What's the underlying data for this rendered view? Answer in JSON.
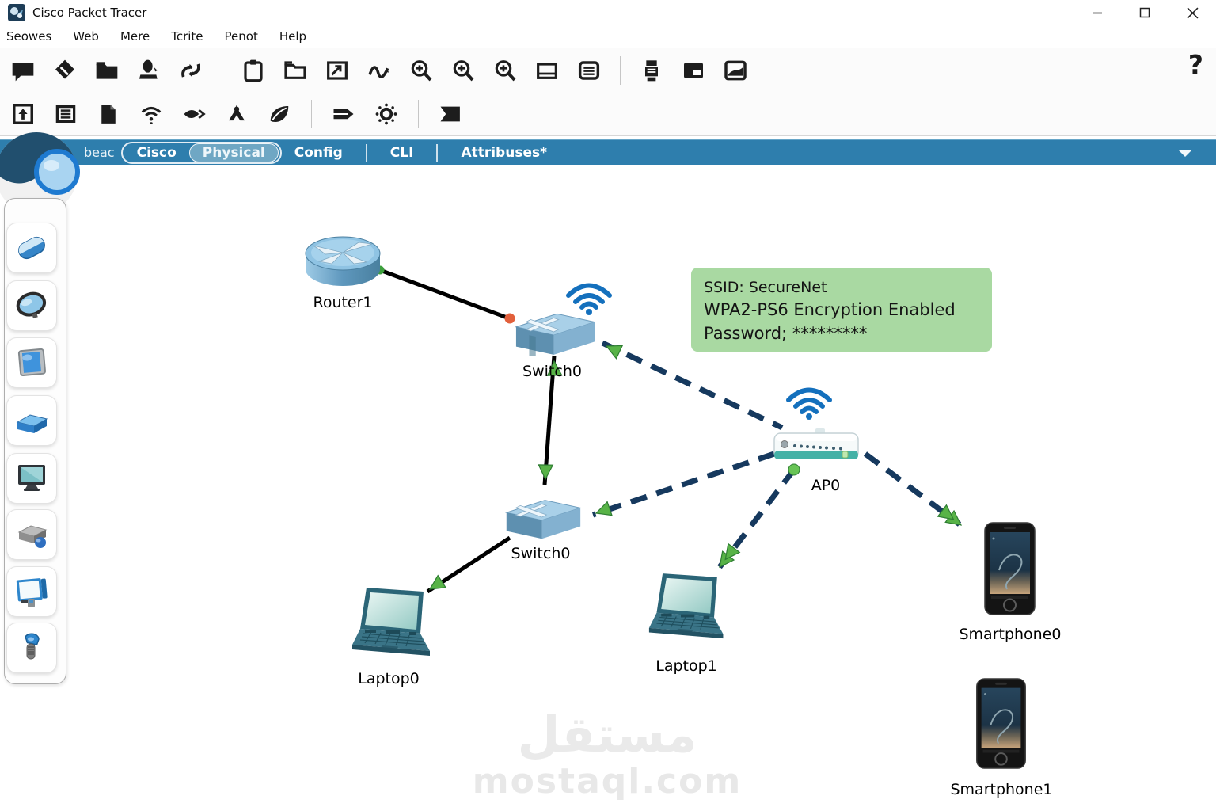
{
  "window": {
    "title": "Cisco Packet Tracer"
  },
  "menu": {
    "items": [
      "Seowes",
      "Web",
      "Mere",
      "Tcrite",
      "Penot",
      "Help"
    ]
  },
  "toolbar": {
    "help_label": "?",
    "row1_icons": [
      "chat-icon",
      "save-diamond-icon",
      "folder-icon",
      "stamp-icon",
      "twist-arrows-icon",
      "clipboard-icon",
      "folder-outline-icon",
      "undo-box-icon",
      "gesture-icon",
      "zoom-in-icon",
      "zoom-in-icon",
      "zoom-in-icon",
      "zoom-window-icon",
      "notes-icon",
      "printer-icon",
      "palette-card-icon",
      "sketch-card-icon"
    ],
    "row2_icons": [
      "insert-frame-icon",
      "list-icon",
      "page-icon",
      "wifi-check-icon",
      "eye-icon",
      "compass-icon",
      "leaf-icon",
      "tag-arrow-icon",
      "gear-dots-icon",
      "flag-arrow-icon"
    ]
  },
  "tabbar": {
    "device_label": "beac",
    "tabs": [
      "Cisco",
      "Physical",
      "Config",
      "CLI",
      "Attribuses*"
    ],
    "active_tab": "Physical"
  },
  "sidebar": {
    "tool_icons": [
      "eraser-tool-icon",
      "mirror-tool-icon",
      "tablet-device-icon",
      "slab-device-icon",
      "monitor-device-icon",
      "box-device-icon",
      "display-device-icon",
      "handheld-device-icon"
    ]
  },
  "canvas": {
    "devices": {
      "router1": {
        "label": "Router1",
        "type": "router"
      },
      "switch_top": {
        "label": "Switch0",
        "type": "switch"
      },
      "switch_bottom": {
        "label": "Switch0",
        "type": "switch"
      },
      "ap0": {
        "label": "AP0",
        "type": "access-point"
      },
      "laptop0": {
        "label": "Laptop0",
        "type": "laptop"
      },
      "laptop1": {
        "label": "Laptop1",
        "type": "laptop"
      },
      "smartphone0": {
        "label": "Smartphone0",
        "type": "smartphone"
      },
      "smartphone1": {
        "label": "Smartphone1",
        "type": "smartphone"
      }
    },
    "links": {
      "wired": [
        "Router1-Switch0(top)",
        "Switch0(top)-Switch0(bottom)",
        "Switch0(bottom)-Laptop0"
      ],
      "wireless": [
        "Switch0(top)-AP0",
        "AP0-Switch0(bottom)",
        "AP0-Laptop1",
        "AP0-Smartphone0"
      ]
    },
    "ssid_note": {
      "line1": "SSID: SecureNet",
      "line2": "WPA2-PS6 Encryption Enabled",
      "line3": "Password; *********"
    },
    "watermark": {
      "arabic": "مستقل",
      "latin": "mostaql.com"
    }
  },
  "colors": {
    "tabbar": "#2e7ead",
    "wired_link": "#000000",
    "wireless_link": "#16395e",
    "link_arrow_green": "#58b347",
    "ssid_note_bg": "#a9d9a2",
    "wifi_icon_blue": "#1470bd"
  }
}
